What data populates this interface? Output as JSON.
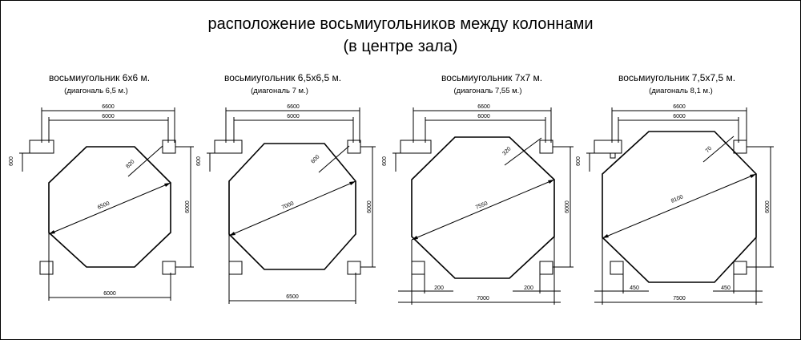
{
  "title_line1": "расположение восьмиугольников между колоннами",
  "title_line2": "(в центре зала)",
  "panels": [
    {
      "label": "восьмиугольник 6х6 м.",
      "diagonal": "(диагональ 6,5 м.)",
      "dims": {
        "top_outer": "6600",
        "top_inner": "6000",
        "side": "6000",
        "left": "600",
        "diag": "6500",
        "corner": "820",
        "bottom": "6000"
      }
    },
    {
      "label": "восьмиугольник 6,5х6,5 м.",
      "diagonal": "(диагональ 7 м.)",
      "dims": {
        "top_outer": "6600",
        "top_inner": "6000",
        "side": "6000",
        "left": "600",
        "diag": "7000",
        "corner": "600",
        "bottom": "6500"
      }
    },
    {
      "label": "восьмиугольник 7х7 м.",
      "diagonal": "(диагональ 7,55 м.)",
      "dims": {
        "top_outer": "6600",
        "top_inner": "6000",
        "side": "6000",
        "left": "600",
        "diag": "7550",
        "corner": "320",
        "bottom": "7000",
        "offset_left": "200",
        "offset_right": "200"
      }
    },
    {
      "label": "восьмиугольник 7,5х7,5 м.",
      "diagonal": "(диагональ 8,1 м.)",
      "dims": {
        "top_outer": "6600",
        "top_inner": "6000",
        "side": "6000",
        "left": "600",
        "diag": "8100",
        "corner": "70",
        "bottom": "7500",
        "offset_left": "450",
        "offset_right": "450"
      }
    }
  ]
}
